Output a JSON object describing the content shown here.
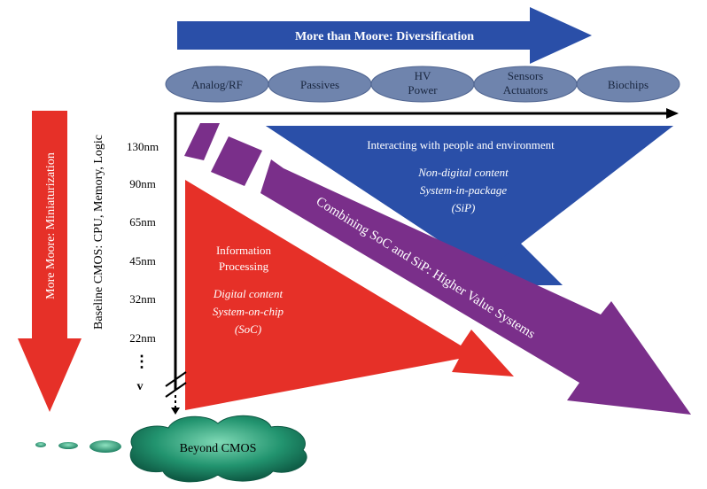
{
  "top_arrow": {
    "label": "More than Moore: Diversification"
  },
  "categories": [
    {
      "lines": [
        "Analog/RF"
      ]
    },
    {
      "lines": [
        "Passives"
      ]
    },
    {
      "lines": [
        "HV",
        "Power"
      ]
    },
    {
      "lines": [
        "Sensors",
        "Actuators"
      ]
    },
    {
      "lines": [
        "Biochips"
      ]
    }
  ],
  "left_arrow": {
    "label": "More Moore: Miniaturization"
  },
  "baseline": {
    "label": "Baseline CMOS: CPU, Memory, Logic"
  },
  "nodes": [
    "130nm",
    "90nm",
    "65nm",
    "45nm",
    "32nm",
    "22nm"
  ],
  "continuation": {
    "dots": "⋮",
    "arrowhead": "v"
  },
  "blue_region": {
    "title": "Interacting with people and environment",
    "lines": [
      "Non-digital content",
      "System-in-package",
      "(SiP)"
    ]
  },
  "purple_region": {
    "label": "Combining SoC and SiP: Higher Value Systems"
  },
  "red_region": {
    "title_lines": [
      "Information",
      "Processing"
    ],
    "lines": [
      "Digital content",
      "System-on-chip",
      "(SoC)"
    ]
  },
  "beyond": {
    "label": "Beyond CMOS"
  },
  "colors": {
    "blue": "#2a4fa8",
    "purple": "#7a2f8a",
    "red": "#e63028",
    "ellipse": "#6f84ad",
    "cloud": "#1f8a6e"
  }
}
